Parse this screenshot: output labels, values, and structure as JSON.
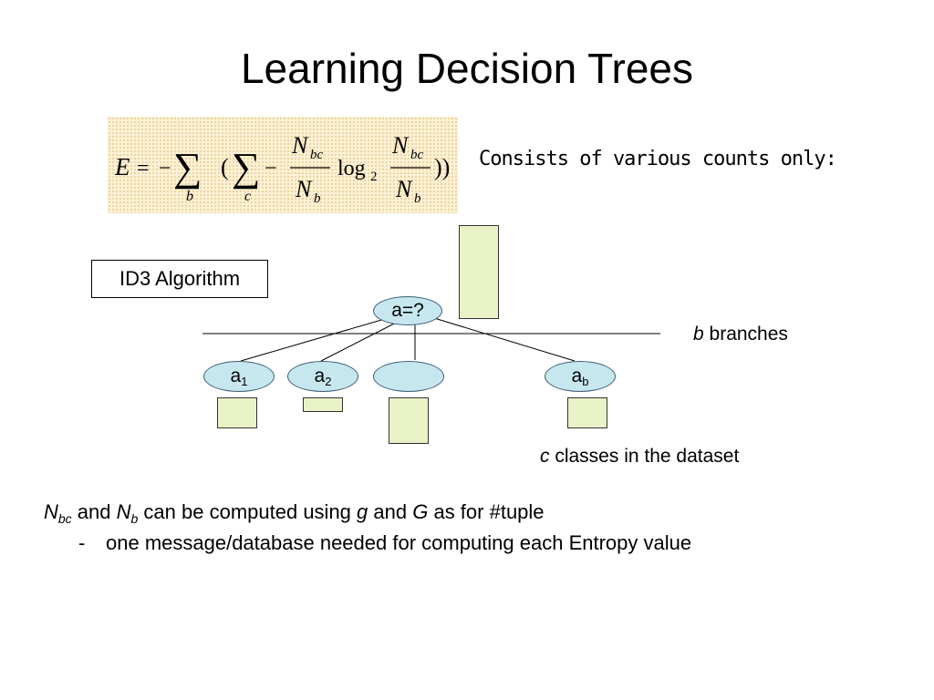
{
  "slide": {
    "title": "Learning Decision Trees"
  },
  "formula": {
    "lhs": "E",
    "eq": "=",
    "neg": "−",
    "sum": "∑",
    "sum_b_index": "b",
    "sum_c_index": "c",
    "open": "(",
    "close": "))",
    "minus": "−",
    "N": "N",
    "bc": "bc",
    "b": "b",
    "log": "log",
    "log_base": "2"
  },
  "counts_note": "Consists of various counts only:",
  "algorithm_label": "ID3 Algorithm",
  "tree": {
    "root_label": "a=?",
    "branches": [
      {
        "name": "a",
        "sub": "1"
      },
      {
        "name": "a",
        "sub": "2"
      },
      {
        "name": "",
        "sub": ""
      },
      {
        "name": "a",
        "sub": "b"
      }
    ],
    "branches_label_var": "b",
    "branches_label_text": " branches",
    "classes_label_var": "c",
    "classes_label_text": " classes in the dataset"
  },
  "notes": {
    "line1": {
      "n1": "N",
      "n1_sub": "bc",
      "and1": " and ",
      "n2": "N",
      "n2_sub": "b",
      "mid": " can be computed using ",
      "g": "g",
      "and2": " and ",
      "G": "G",
      "tail": " as for #tuple"
    },
    "line2": {
      "dash": "-",
      "text": "one message/database needed for computing each Entropy value"
    }
  },
  "colors": {
    "node_fill": "#c6e7ee",
    "count_box_fill": "#e8f2c6",
    "formula_bg": "#fbf1d6"
  }
}
